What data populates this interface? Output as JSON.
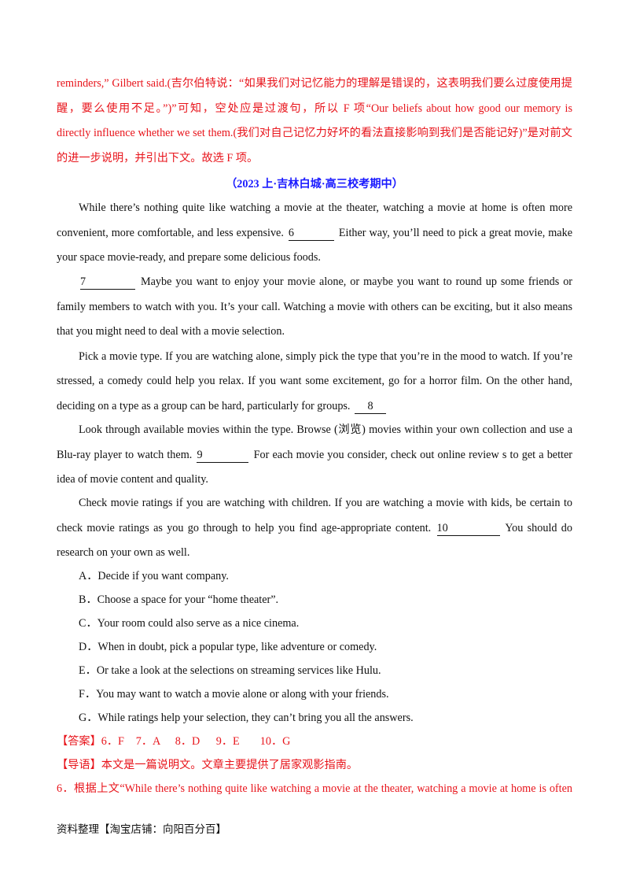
{
  "intro": {
    "l1": "reminders,” Gilbert said.(吉尔伯特说：“如果我们对记忆能力的理解是错误的，这表明我们要么过度使用提",
    "l2": "醒，要么使用不足。”)”可知，空处应是过渡句，所以 F 项“Our beliefs about how good our memory is",
    "l3": "directly influence whether we set them.(我们对自己记忆力好坏的看法直接影响到我们是否能记好)”是对前文",
    "l4": "的进一步说明，并引出下文。故选 F 项。"
  },
  "source": "（2023 上·吉林白城·高三校考期中）",
  "passage": {
    "p1_l1": "While there’s nothing quite like watching a movie at the theater, watching a movie at home is often more",
    "p1_l2_a": "convenient, more comfortable, and less expensive.",
    "blank6": "6",
    "p1_l2_b": "Either way, you’ll need to pick a great movie, make",
    "p1_l3": "your space movie-ready, and prepare some delicious foods.",
    "blank7": "7",
    "p2_l1_b": "Maybe you want to enjoy your movie alone, or maybe you want to round up some friends or",
    "p2_l2": "family members to watch with you. It’s your call. Watching a movie with others can be exciting, but it also means",
    "p2_l3": "that you might need to deal with a movie selection.",
    "p3_l1": "Pick a movie type. If you are watching alone, simply pick the type that you’re in the mood to watch. If you’re",
    "p3_l2": "stressed, a comedy could help you relax. If you want some excitement, go for a horror film. On the other hand,",
    "p3_l3_a": "deciding on a type as a group can be hard, particularly for groups.",
    "blank8": "8",
    "p4_l1": "Look through available movies within the type. Browse (浏览) movies within your own collection and use a",
    "p4_l2_a": "Blu-ray player to watch them.",
    "blank9": "9",
    "p4_l2_b": "For each movie you consider, check out online review s to get a better",
    "p4_l3": "idea of movie content and quality.",
    "p5_l1": "Check movie ratings if you are watching with children. If you are watching a movie with kids, be certain to",
    "p5_l2_a": "check movie ratings as you go through to help you find age-appropriate content.",
    "blank10": "10",
    "p5_l2_b": "You should do",
    "p5_l3": "research on your own as well."
  },
  "options": [
    "A．Decide if you want company.",
    "B．Choose a space for your “home theater”.",
    "C．Your room could also serve as a nice cinema.",
    "D．When in doubt, pick a popular type, like adventure or comedy.",
    "E．Or take a look at the selections on streaming services like Hulu.",
    "F．You may want to watch a movie alone or along with your friends.",
    "G．While ratings help your selection, they can’t bring you all the answers."
  ],
  "answer": {
    "label": "【答案】",
    "items": [
      "6．F",
      "7．A",
      "8．D",
      "9．E",
      "10．G"
    ]
  },
  "guide": {
    "label": "【导语】",
    "text": "本文是一篇说明文。文章主要提供了居家观影指南。"
  },
  "explain6": "6．根据上文“While there’s nothing quite like watching a movie at the theater, watching a movie at home is often",
  "footer": "资料整理【淘宝店铺：向阳百分百】"
}
